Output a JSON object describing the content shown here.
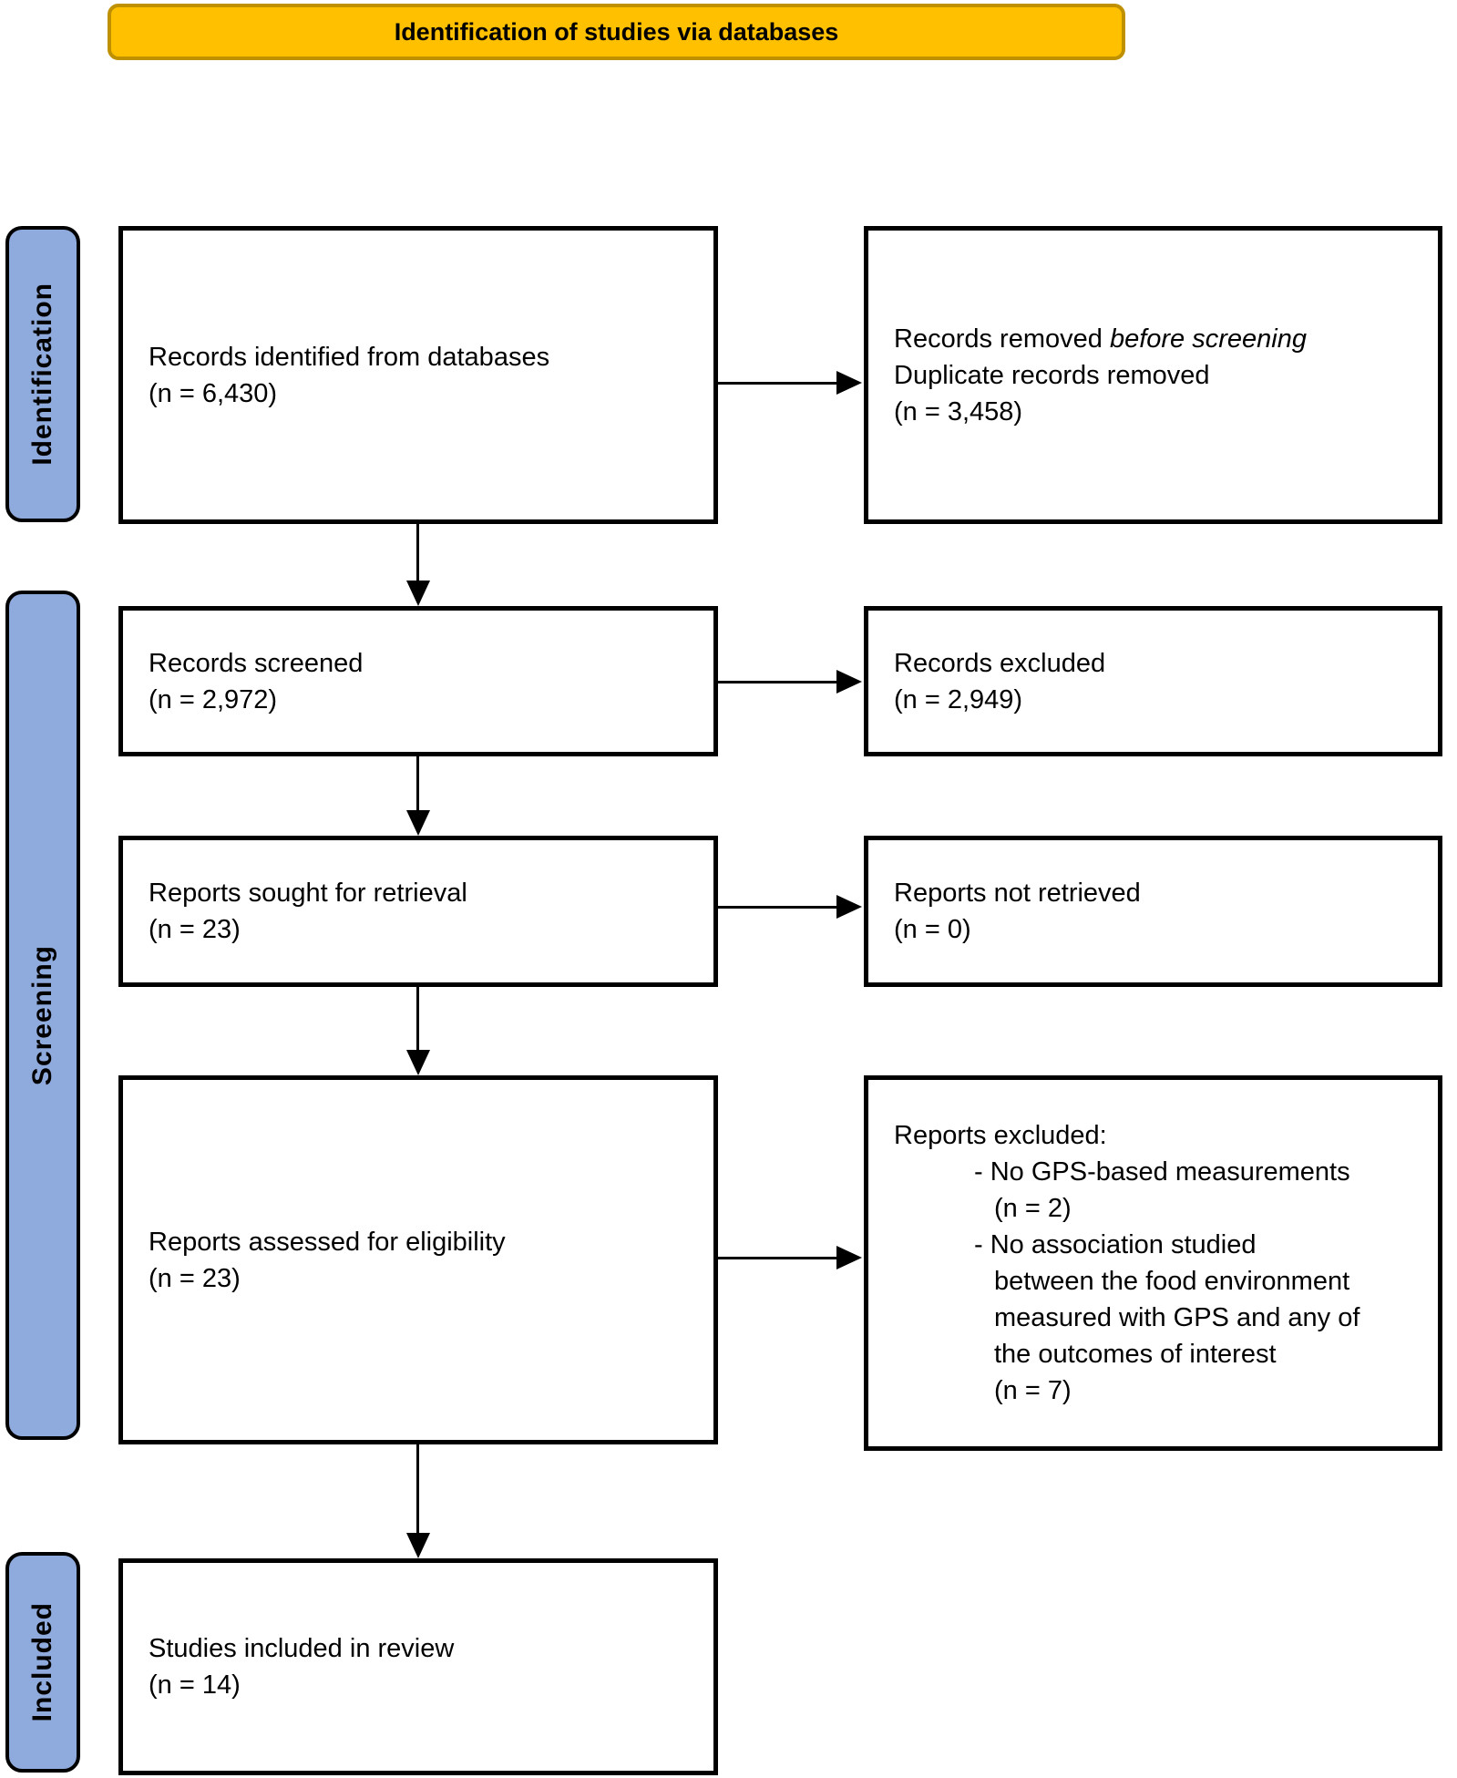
{
  "banner": {
    "title": "Identification of studies via databases"
  },
  "colors": {
    "banner_fill": "#FFC000",
    "banner_border": "#BF9000",
    "sidebar_fill": "#8FAADC",
    "line_color": "#000000"
  },
  "sidebars": [
    {
      "label": "Identification"
    },
    {
      "label": "Screening"
    },
    {
      "label": "Included"
    }
  ],
  "left_boxes": [
    {
      "lines": [
        "Records identified from databases",
        "(n = 6,430)"
      ]
    },
    {
      "lines": [
        "Records screened",
        "(n = 2,972)"
      ]
    },
    {
      "lines": [
        "Reports sought for retrieval",
        "(n = 23)"
      ]
    },
    {
      "lines": [
        "Reports assessed for eligibility",
        "(n = 23)"
      ]
    },
    {
      "lines": [
        "Studies included in review",
        "(n = 14)"
      ]
    }
  ],
  "right_boxes": [
    {
      "line1_prefix": "Records removed ",
      "line1_italic": "before screening",
      "line2": "Duplicate records removed",
      "line3": "(n = 3,458)"
    },
    {
      "lines": [
        "Records excluded",
        "(n = 2,949)"
      ]
    },
    {
      "lines": [
        "Reports not retrieved",
        "(n = 0)"
      ]
    },
    {
      "lines": [
        "Reports excluded:",
        "- No GPS-based measurements",
        "(n = 2)",
        "- No association studied",
        "between the food environment",
        "measured with GPS and any of",
        "the outcomes of interest",
        "(n = 7)"
      ]
    }
  ]
}
